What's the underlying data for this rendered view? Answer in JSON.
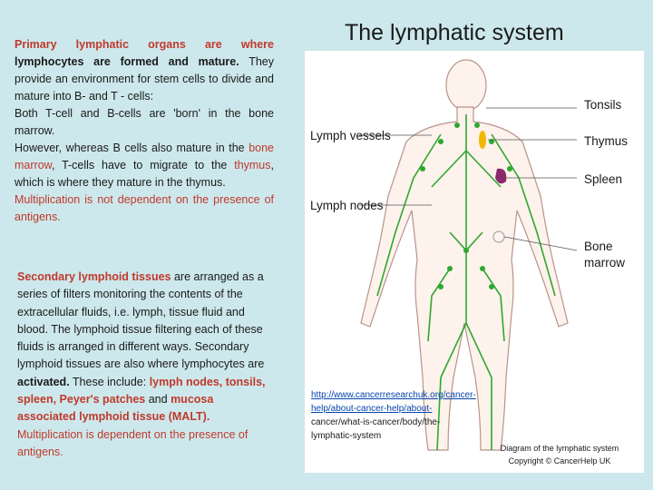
{
  "primary": {
    "p1_a": "Primary lymphatic organs are where",
    "p1_b": "lymphocytes are formed and mature.",
    "p1_c": " They provide an environment for stem cells to divide and mature into B- and T - cells:",
    "p2": "Both T-cell and B-cells are 'born' in the bone marrow.",
    "p3_a": "However, whereas B cells also mature in the ",
    "p3_b": "bone marrow",
    "p3_c": ", T-cells have to migrate to the ",
    "p3_d": "thymus",
    "p3_e": ", which is where they mature in the thymus.",
    "p4": "Multiplication is not dependent on the presence of antigens."
  },
  "secondary": {
    "s_a": "Secondary lymphoid tissues",
    "s_b": " are arranged as a series of filters monitoring the contents of the extracellular fluids, i.e. lymph, tissue fluid and blood. The lymphoid tissue filtering each of these fluids is arranged in different ways. Secondary lymphoid tissues are also where lymphocytes are ",
    "s_c": "activated.",
    "s_d": " These include: ",
    "s_e": "lymph nodes, tonsils, spleen, Peyer's patches",
    "s_f": " and ",
    "s_g": "mucosa associated lymphoid tissue (MALT).",
    "s_h": "Multiplication is dependent on the presence of antigens."
  },
  "title": "The lymphatic system",
  "figure": {
    "labels": {
      "lymph_vessels": "Lymph vessels",
      "lymph_nodes": "Lymph nodes",
      "tonsils": "Tonsils",
      "thymus": "Thymus",
      "spleen": "Spleen",
      "bone_marrow_1": "Bone",
      "bone_marrow_2": "marrow"
    },
    "url_link": "http://www.cancerresearchuk.org/cancer-help/about-cancer-help/about-",
    "url_rest": "cancer/what-is-cancer/body/the-lymphatic-system",
    "caption_1": "Diagram of the lymphatic system",
    "caption_2": "Copyright © CancerHelp UK"
  },
  "colors": {
    "background": "#cde8ec",
    "accent_red": "#c0392b",
    "lymph_green": "#2fa82f",
    "spleen_purple": "#8a2a6a",
    "thymus_yellow": "#f0b800"
  }
}
